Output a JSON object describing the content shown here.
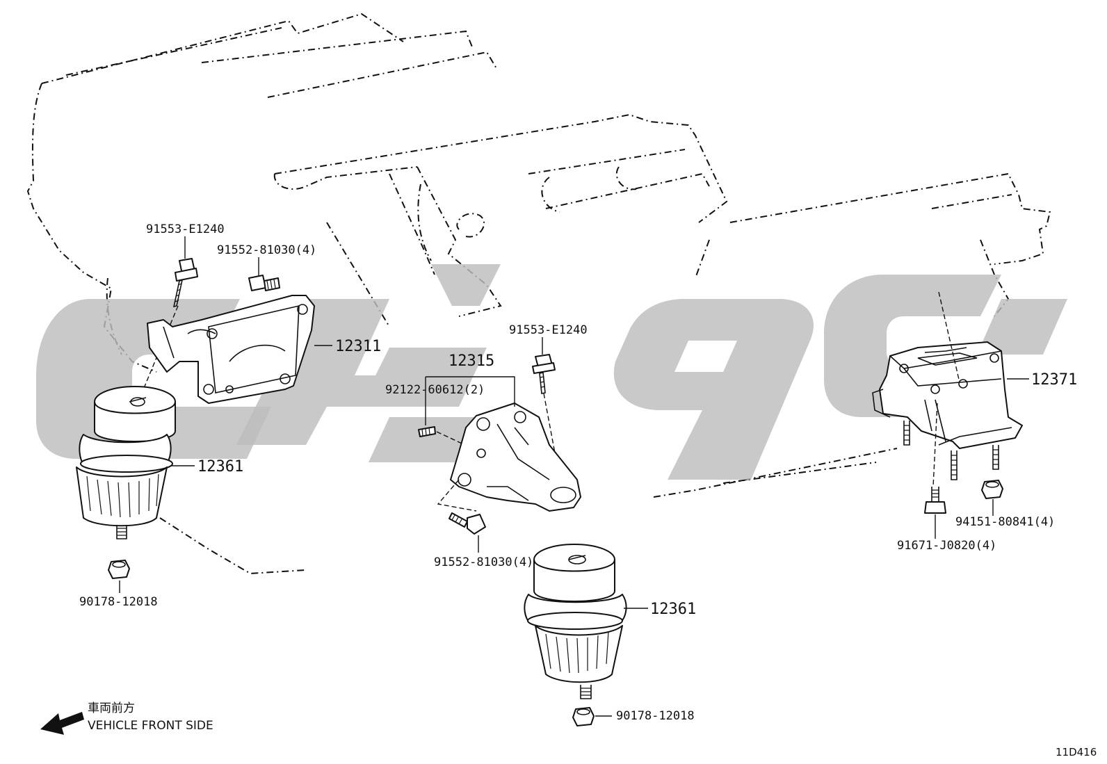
{
  "diagram": {
    "callouts": {
      "bolt_left_top": "91553-E1240",
      "bolt_left_bracket": "91552-81030(4)",
      "bracket_left": "12311",
      "insulator_left": "12361",
      "nut_left": "90178-12018",
      "bracket_center": "12315",
      "stud_center": "92122-60612(2)",
      "bolt_center_top": "91553-E1240",
      "bolt_center_bottom": "91552-81030(4)",
      "insulator_center": "12361",
      "nut_center": "90178-12018",
      "mount_rear": "12371",
      "nut_rear": "94151-80841(4)",
      "bolt_rear": "91671-J0820(4)"
    },
    "direction": {
      "japanese": "車両前方",
      "english": "VEHICLE FRONT SIDE"
    },
    "illustration_code": "11D416",
    "colors": {
      "line": "#111111",
      "watermark": "#bdbdbd",
      "background": "#ffffff"
    }
  }
}
